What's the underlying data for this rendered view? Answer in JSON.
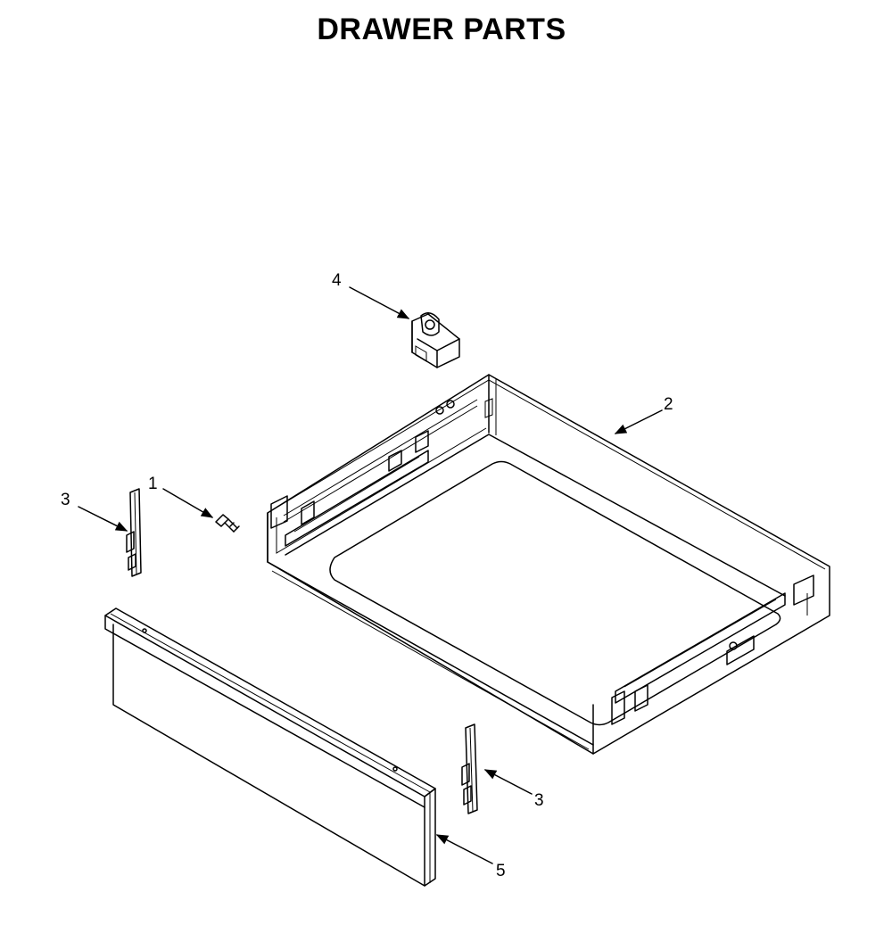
{
  "title": "DRAWER PARTS",
  "callouts": {
    "part_1": "1",
    "part_2": "2",
    "part_3_left": "3",
    "part_3_right": "3",
    "part_4": "4",
    "part_5": "5"
  }
}
